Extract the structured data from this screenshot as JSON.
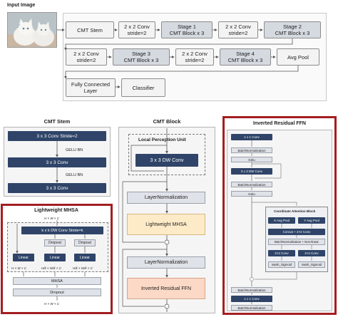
{
  "pipeline": {
    "input_label": "Input Image",
    "row1": [
      "CMT Stem",
      "2 x 2 Conv\nstride=2",
      "Stage 1\nCMT Block x 3",
      "2 x 2 Conv\nstride=2",
      "Stage 2\nCMT Block x 3"
    ],
    "row2": [
      "2 x 2 Conv\nstride=2",
      "Stage 3\nCMT Block x 3",
      "2 x 2 Conv\nstride=2",
      "Stage 4\nCMT Block x 3",
      "Avg Pool"
    ],
    "row3": [
      "Fully Connected\nLayer",
      "Classifier"
    ]
  },
  "stem": {
    "title": "CMT Stem",
    "conv1": "3 x 3 Conv Stride=2",
    "act1": "GELU BN",
    "conv2": "3 x 3 Conv",
    "act2": "GELU BN",
    "conv3": "3 x 3 Conv"
  },
  "mhsa": {
    "title": "Lightweight MHSA",
    "input_dims": "H × W × C",
    "kxk": "k x k DW Conv Stride=k",
    "dropout_a": "Dropout",
    "dropout_b": "Dropout",
    "linear1": "Linear",
    "linear2": "Linear",
    "linear3": "Linear",
    "q_dims": "H × W × C",
    "k_dims": "H/k × W/k × C",
    "v_dims": "H/k × W/k × C",
    "mhsa": "MHSA",
    "dropout_c": "Dropout",
    "output_dims": "H × W × C"
  },
  "block": {
    "title": "CMT Block",
    "lpu_title": "Local Perception Unit",
    "dw": "3 x 3 DW Conv",
    "ln1": "LayerNormalization",
    "lmhsa": "Lightweight MHSA",
    "ln2": "LayerNormalization",
    "irffn": "Inverted Residual FFN"
  },
  "irffn": {
    "title": "Inverted Residual FFN",
    "conv1": "1 x 1 Conv",
    "bn1": "BatchNormalization",
    "gelu1": "Gelu",
    "dw": "3 x 3 DW Conv",
    "bn2": "BatchNormalization",
    "gelu2": "Gelu",
    "cab_title": "Coordinate Attention Block",
    "xpool": "X Avg Pool",
    "ypool": "Y Avg Pool",
    "concat": "Concat + 2×2 Conv",
    "bnnl": "BatchNormalization + Non-linear",
    "conv2a": "2×2 Conv",
    "conv2b": "2×2 Conv",
    "sig_a": "swish_Sigmoid",
    "sig_b": "swish_Sigmoid",
    "bn3": "BatchNormalization",
    "conv3": "1 x 1 Conv",
    "bn4": "BatchNormalization"
  },
  "colors": {
    "navy": "#2f4468",
    "stage_fill": "#d5d9e0",
    "frame_red": "#a31e22",
    "mhsa_yellow": "#fdebc8",
    "ffn_peach": "#fbd9c6"
  }
}
